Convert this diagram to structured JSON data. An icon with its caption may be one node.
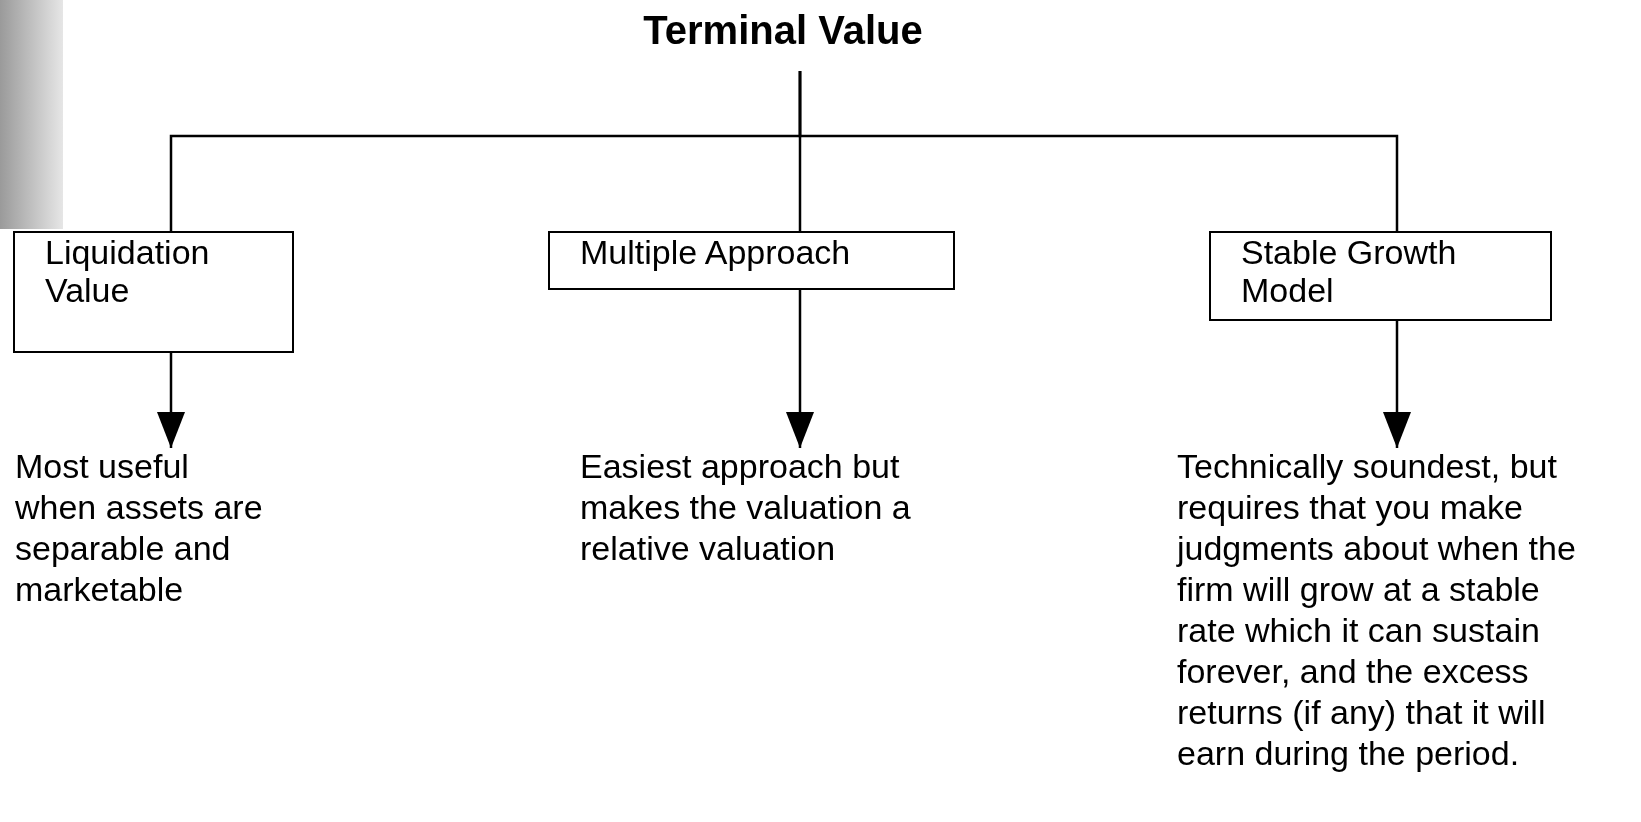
{
  "diagram": {
    "title": "Terminal Value",
    "nodes": [
      {
        "text": [
          "Liquidation Value"
        ]
      },
      {
        "text": [
          "Multiple Approach"
        ]
      },
      {
        "text": [
          "Stable Growth Model"
        ]
      },
      {
        "text": [
          "Most useful when assets are separable and marketable"
        ]
      },
      {
        "text": [
          "Easiest approach but makes the valuation a relative valuation"
        ]
      },
      {
        "text": [
          "Technically soundest, but requires that you make judgments about when the firm will grow at a stable rate which it can sustain forever, and the excess returns (if any) that it will earn during the period."
        ]
      },
      {
        "text": [],
        "shape": "bar"
      }
    ],
    "edges": [
      {
        "from": null,
        "to": 0,
        "arrow": "none"
      },
      {
        "from": null,
        "to": 1,
        "arrow": "none"
      },
      {
        "from": null,
        "to": 2,
        "arrow": "none"
      },
      {
        "from": 0,
        "to": 3,
        "arrow": "to"
      },
      {
        "from": 1,
        "to": 4,
        "arrow": "to"
      },
      {
        "from": 2,
        "to": 5,
        "arrow": "to"
      }
    ]
  }
}
